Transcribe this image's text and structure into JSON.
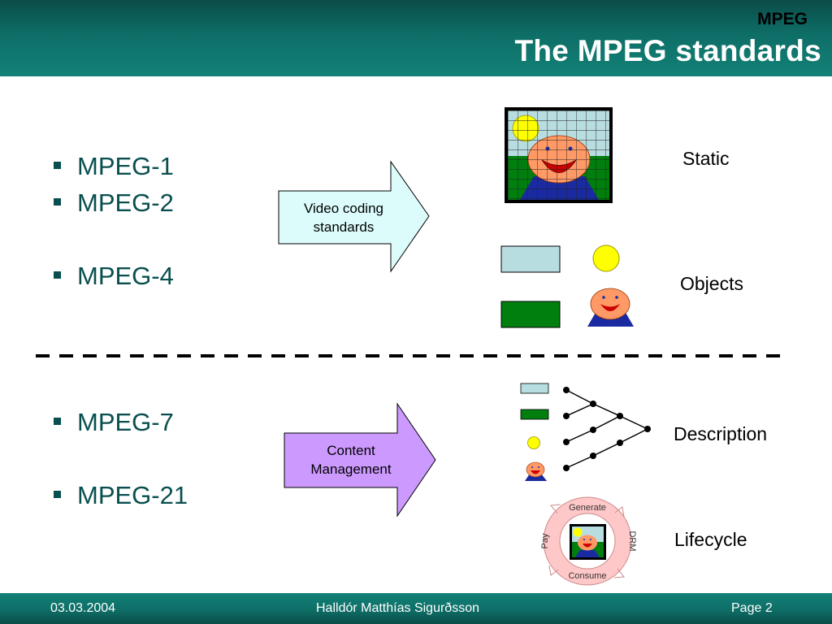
{
  "header": {
    "subtitle": "MPEG",
    "title": "The MPEG standards"
  },
  "bullets": {
    "top": [
      "MPEG-1",
      "MPEG-2",
      "MPEG-4"
    ],
    "bottom": [
      "MPEG-7",
      "MPEG-21"
    ]
  },
  "arrows": {
    "video_line1": "Video coding",
    "video_line2": "standards",
    "content_line1": "Content",
    "content_line2": "Management"
  },
  "labels": {
    "static": "Static",
    "objects": "Objects",
    "description": "Description",
    "lifecycle": "Lifecycle"
  },
  "lifecycle_ring": {
    "generate": "Generate",
    "drm": "DRM",
    "consume": "Consume",
    "pay": "Pay"
  },
  "footer": {
    "date": "03.03.2004",
    "author": "Halldór Matthías Sigurðsson",
    "page": "Page 2"
  },
  "colors": {
    "header_teal": "#0e6e67",
    "bullet_text": "#0a4f4f",
    "arrow_video": "#dcfcfc",
    "arrow_content": "#cc99ff",
    "sky": "#b8dde0",
    "grass": "#007f0e",
    "sun": "#ffff00",
    "face": "#ff9966",
    "shirt": "#1a2aa0",
    "ring": "#ffc8c8"
  }
}
